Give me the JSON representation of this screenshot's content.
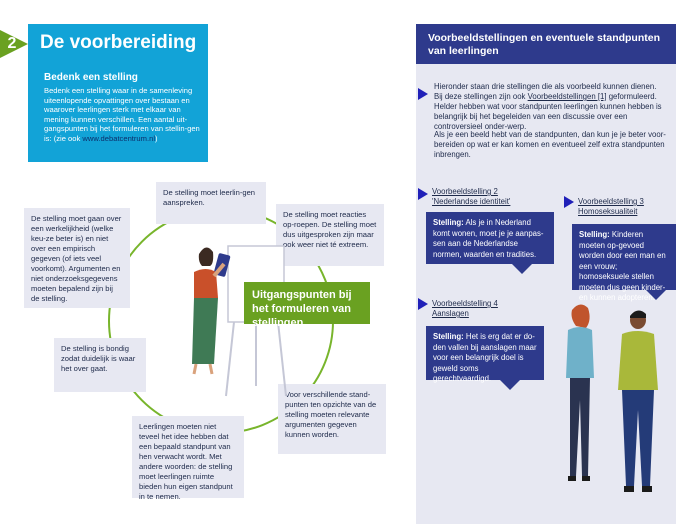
{
  "section": {
    "number": "2",
    "title": "De voorbereiding",
    "subtitle": "Bedenk een stelling",
    "intro": "Bedenk een stelling waar in de samenleving uiteenlopende opvattingen over bestaan en waarover leerlingen sterk met elkaar van mening kunnen verschillen. Een aantal uit-gangspunten bij het formuleren van stellin-gen is: (zie ook ",
    "intro_link": "www.debatcentrum.nl",
    "intro_end": ")"
  },
  "center_label": "Uitgangspunten bij het formuleren van stellingen",
  "notes": {
    "top": "De stelling moet leerlin-gen aanspreken.",
    "top_right": "De stelling moet reacties op-roepen. De stelling moet dus uitgesproken zijn maar ook weer niet té extreem.",
    "left": "De stelling moet gaan over een werkelijkheid (welke keu-ze beter is) en niet over een empirisch gegeven (of iets veel voorkomt). Argumenten en niet onderzoeksgegevens moeten bepalend zijn bij de stelling.",
    "mid_left": "De stelling is bondig zodat duidelijk is waar het over gaat.",
    "bottom_left": "Leerlingen moeten niet teveel het idee hebben dat een bepaald standpunt van hen verwacht wordt. Met andere woorden: de stelling moet leerlingen ruimte bieden hun eigen standpunt in te nemen.",
    "bottom_right": "Voor verschillende stand-punten ten opzichte van de stelling moeten relevante argumenten gegeven kunnen worden."
  },
  "right": {
    "header": "Voorbeeldstellingen en eventuele standpunten van leerlingen",
    "para1_a": "Hieronder staan drie stellingen die als voorbeeld kunnen dienen. Bij deze stellingen zijn ook ",
    "para1_link": "Voorbeeldstellingen [1]",
    "para1_b": " geformuleerd. Helder hebben wat voor standpunten leerlingen kunnen hebben is belangrijk bij het begeleiden van een discussie over een controversieel onder-werp.",
    "para2": "Als je een beeld hebt van de standpunten, dan kun je je beter voor-bereiden op wat er kan komen en eventueel zelf extra standpunten inbrengen.",
    "examples": [
      {
        "title_a": "Voorbeeldstelling  2",
        "title_b": "'Nederlandse identiteit'",
        "label": "Stelling:",
        "text": " Als je in Nederland komt wonen, moet je je aanpas-sen aan de Nederlandse normen, waarden en tradities."
      },
      {
        "title_a": "Voorbeeldstelling 3",
        "title_b": "Homoseksualiteit",
        "label": "Stelling:",
        "text": " Kinderen moeten op-gevoed worden door een man en een vrouw; homoseksuele stellen moeten dus geen kinder-en kunnen adopteren."
      },
      {
        "title_a": "Voorbeeldstelling 4",
        "title_b": "Aanslagen",
        "label": "Stelling:",
        "text": " Het is erg dat er do-den vallen bij aanslagen maar voor een belangrijk doel is geweld soms gerechtvaardigd."
      }
    ]
  },
  "colors": {
    "green": "#6aa121",
    "cyan": "#12a3d7",
    "navy": "#2e3a8c",
    "note_bg": "#e7e8f2"
  }
}
